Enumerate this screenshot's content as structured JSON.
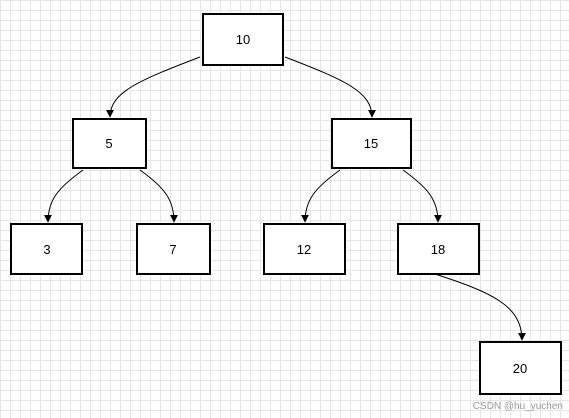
{
  "nodes": {
    "root": "10",
    "left": "5",
    "right": "15",
    "left_left": "3",
    "left_right": "7",
    "right_left": "12",
    "right_right": "18",
    "right_right_right": "20"
  },
  "watermark": "CSDN @hu_yuchen"
}
